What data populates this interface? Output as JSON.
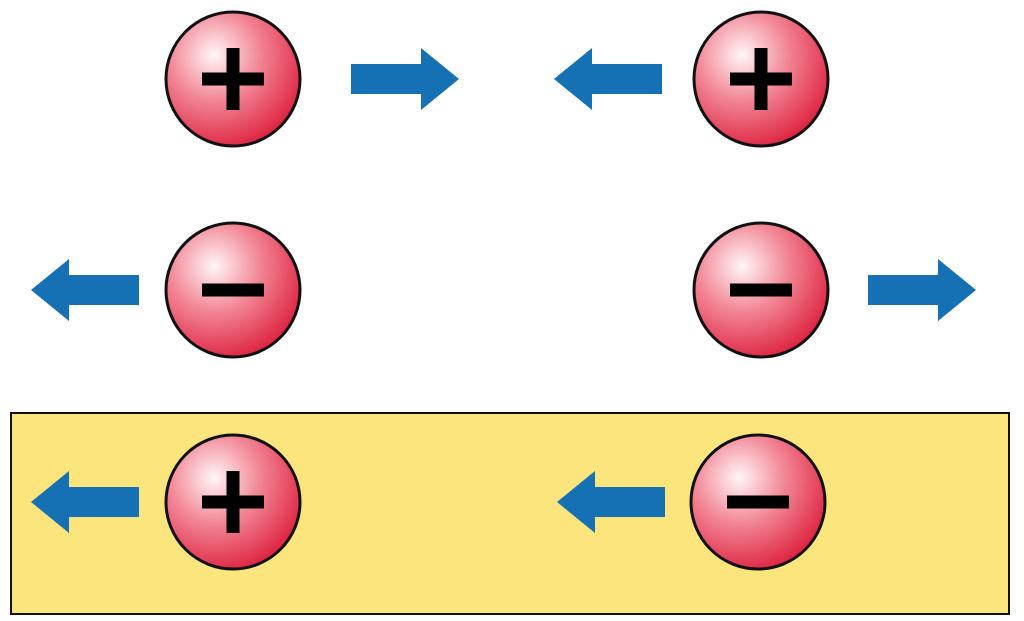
{
  "colors": {
    "background": "#ffffff",
    "arrow": "#1670b4",
    "charge_highlight": "#fff6f7",
    "charge_mid": "#f28796",
    "charge_shadow": "#dc1c3a",
    "charge_outline": "#111111",
    "sign": "#000000",
    "panel_fill": "#fde57e",
    "panel_border": "#111111"
  },
  "rows": [
    {
      "label": "like-positive",
      "highlighted": false,
      "charges": [
        {
          "sign": "positive",
          "icon": "plus-icon",
          "force": "right"
        },
        {
          "sign": "positive",
          "icon": "plus-icon",
          "force": "left"
        }
      ]
    },
    {
      "label": "like-negative",
      "highlighted": false,
      "charges": [
        {
          "sign": "negative",
          "icon": "minus-icon",
          "force": "left"
        },
        {
          "sign": "negative",
          "icon": "minus-icon",
          "force": "right"
        }
      ]
    },
    {
      "label": "opposite",
      "highlighted": true,
      "charges": [
        {
          "sign": "positive",
          "icon": "plus-icon",
          "force": "left"
        },
        {
          "sign": "negative",
          "icon": "minus-icon",
          "force": "left"
        }
      ]
    }
  ]
}
